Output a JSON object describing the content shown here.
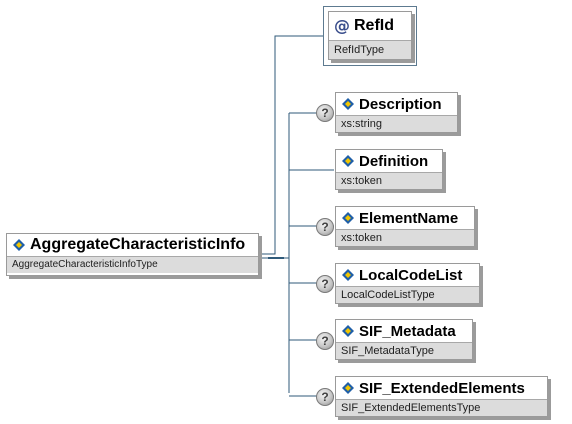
{
  "root": {
    "name": "AggregateCharacteristicInfo",
    "type": "AggregateCharacteristicInfoType"
  },
  "attribute": {
    "icon": "@",
    "name": "RefId",
    "type": "RefIdType"
  },
  "optional_marker": "?",
  "children": [
    {
      "name": "Description",
      "type": "xs:string",
      "optional": true
    },
    {
      "name": "Definition",
      "type": "xs:token",
      "optional": false
    },
    {
      "name": "ElementName",
      "type": "xs:token",
      "optional": true
    },
    {
      "name": "LocalCodeList",
      "type": "LocalCodeListType",
      "optional": true
    },
    {
      "name": "SIF_Metadata",
      "type": "SIF_MetadataType",
      "optional": true
    },
    {
      "name": "SIF_ExtendedElements",
      "type": "SIF_ExtendedElementsType",
      "optional": true
    }
  ],
  "colors": {
    "connector": "#2f5a7a",
    "icon_blue": "#1f5fa8",
    "icon_yellow": "#f2c600",
    "type_band": "#dcdcdc"
  }
}
